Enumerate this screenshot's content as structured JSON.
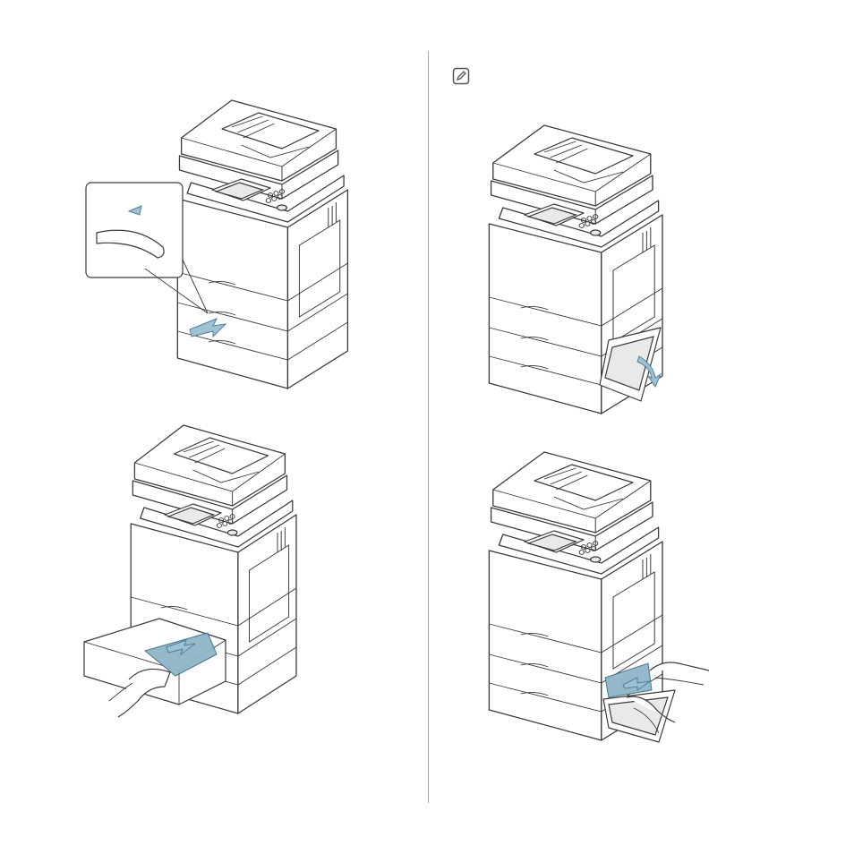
{
  "page": {
    "note_icon": "note-pencil-icon",
    "figures": [
      {
        "id": "fig-1",
        "icon": "printer-tray-handle-illustration"
      },
      {
        "id": "fig-2",
        "icon": "printer-side-cover-illustration"
      },
      {
        "id": "fig-3",
        "icon": "printer-tray-paper-removal-illustration"
      },
      {
        "id": "fig-4",
        "icon": "printer-side-paper-removal-illustration"
      }
    ]
  }
}
